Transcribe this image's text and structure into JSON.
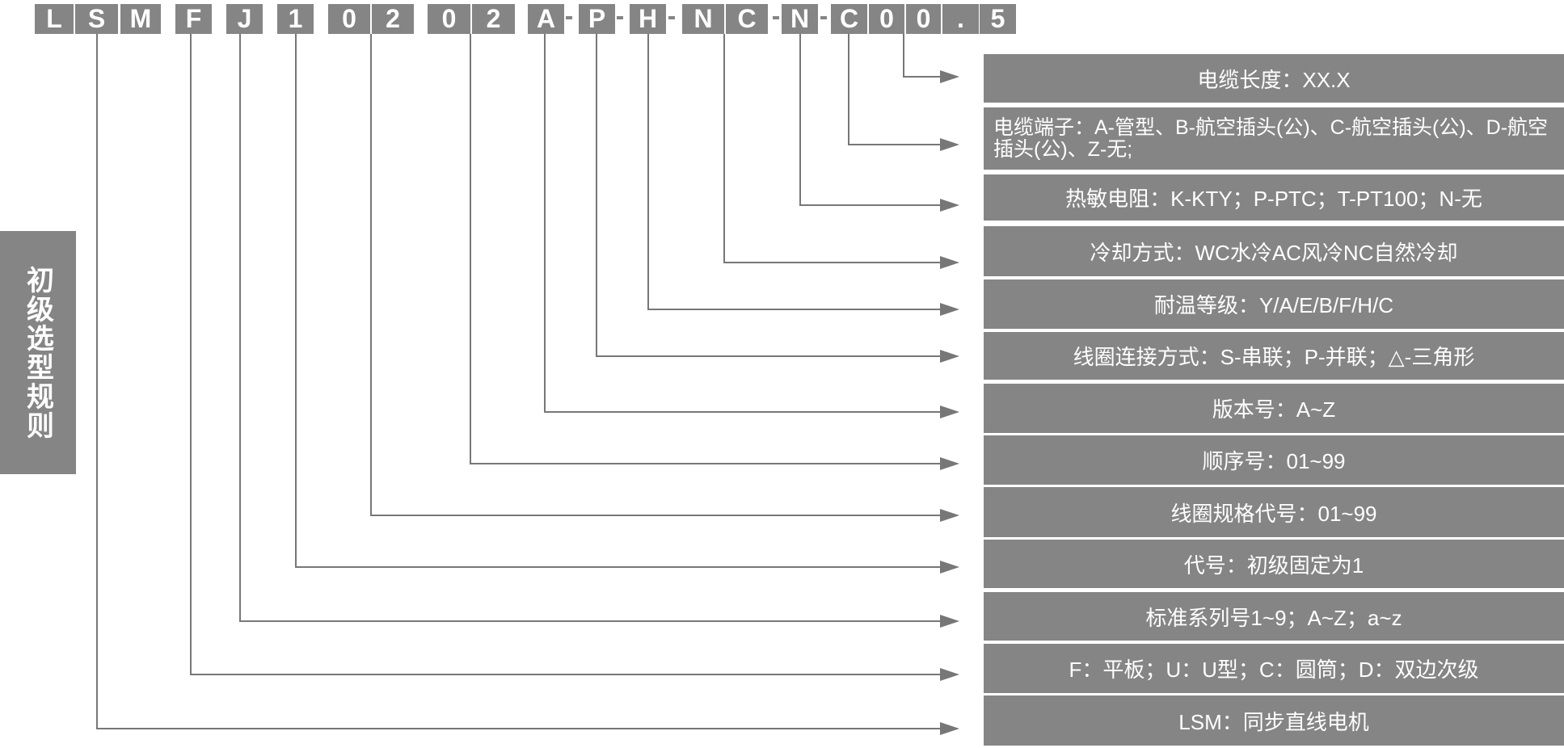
{
  "code": [
    "L",
    "S",
    "M",
    "F",
    "J",
    "1",
    "0",
    "2",
    "0",
    "2",
    "A",
    "P",
    "H",
    "N",
    "C",
    "N",
    "C",
    "0",
    "0",
    ".",
    "5"
  ],
  "side_label": "初级选型规则",
  "rows": [
    "电缆长度：XX.X",
    "电缆端子：A-管型、B-航空插头(公)、C-航空插头(公)、D-航空插头(公)、Z-无;",
    "热敏电阻：K-KTY；P-PTC；T-PT100；N-无",
    "冷却方式：WC水冷AC风冷NC自然冷却",
    "耐温等级：Y/A/E/B/F/H/C",
    "线圈连接方式：S-串联；P-并联；△-三角形",
    "版本号：A~Z",
    "顺序号：01~99",
    "线圈规格代号：01~99",
    "代号：初级固定为1",
    "标准系列号1~9；A~Z；a~z",
    "F：平板；U：U型；C：圆筒；D：双边次级",
    "LSM：同步直线电机"
  ],
  "colors": {
    "box": "#858585",
    "line": "#777777",
    "text": "#ffffff"
  }
}
